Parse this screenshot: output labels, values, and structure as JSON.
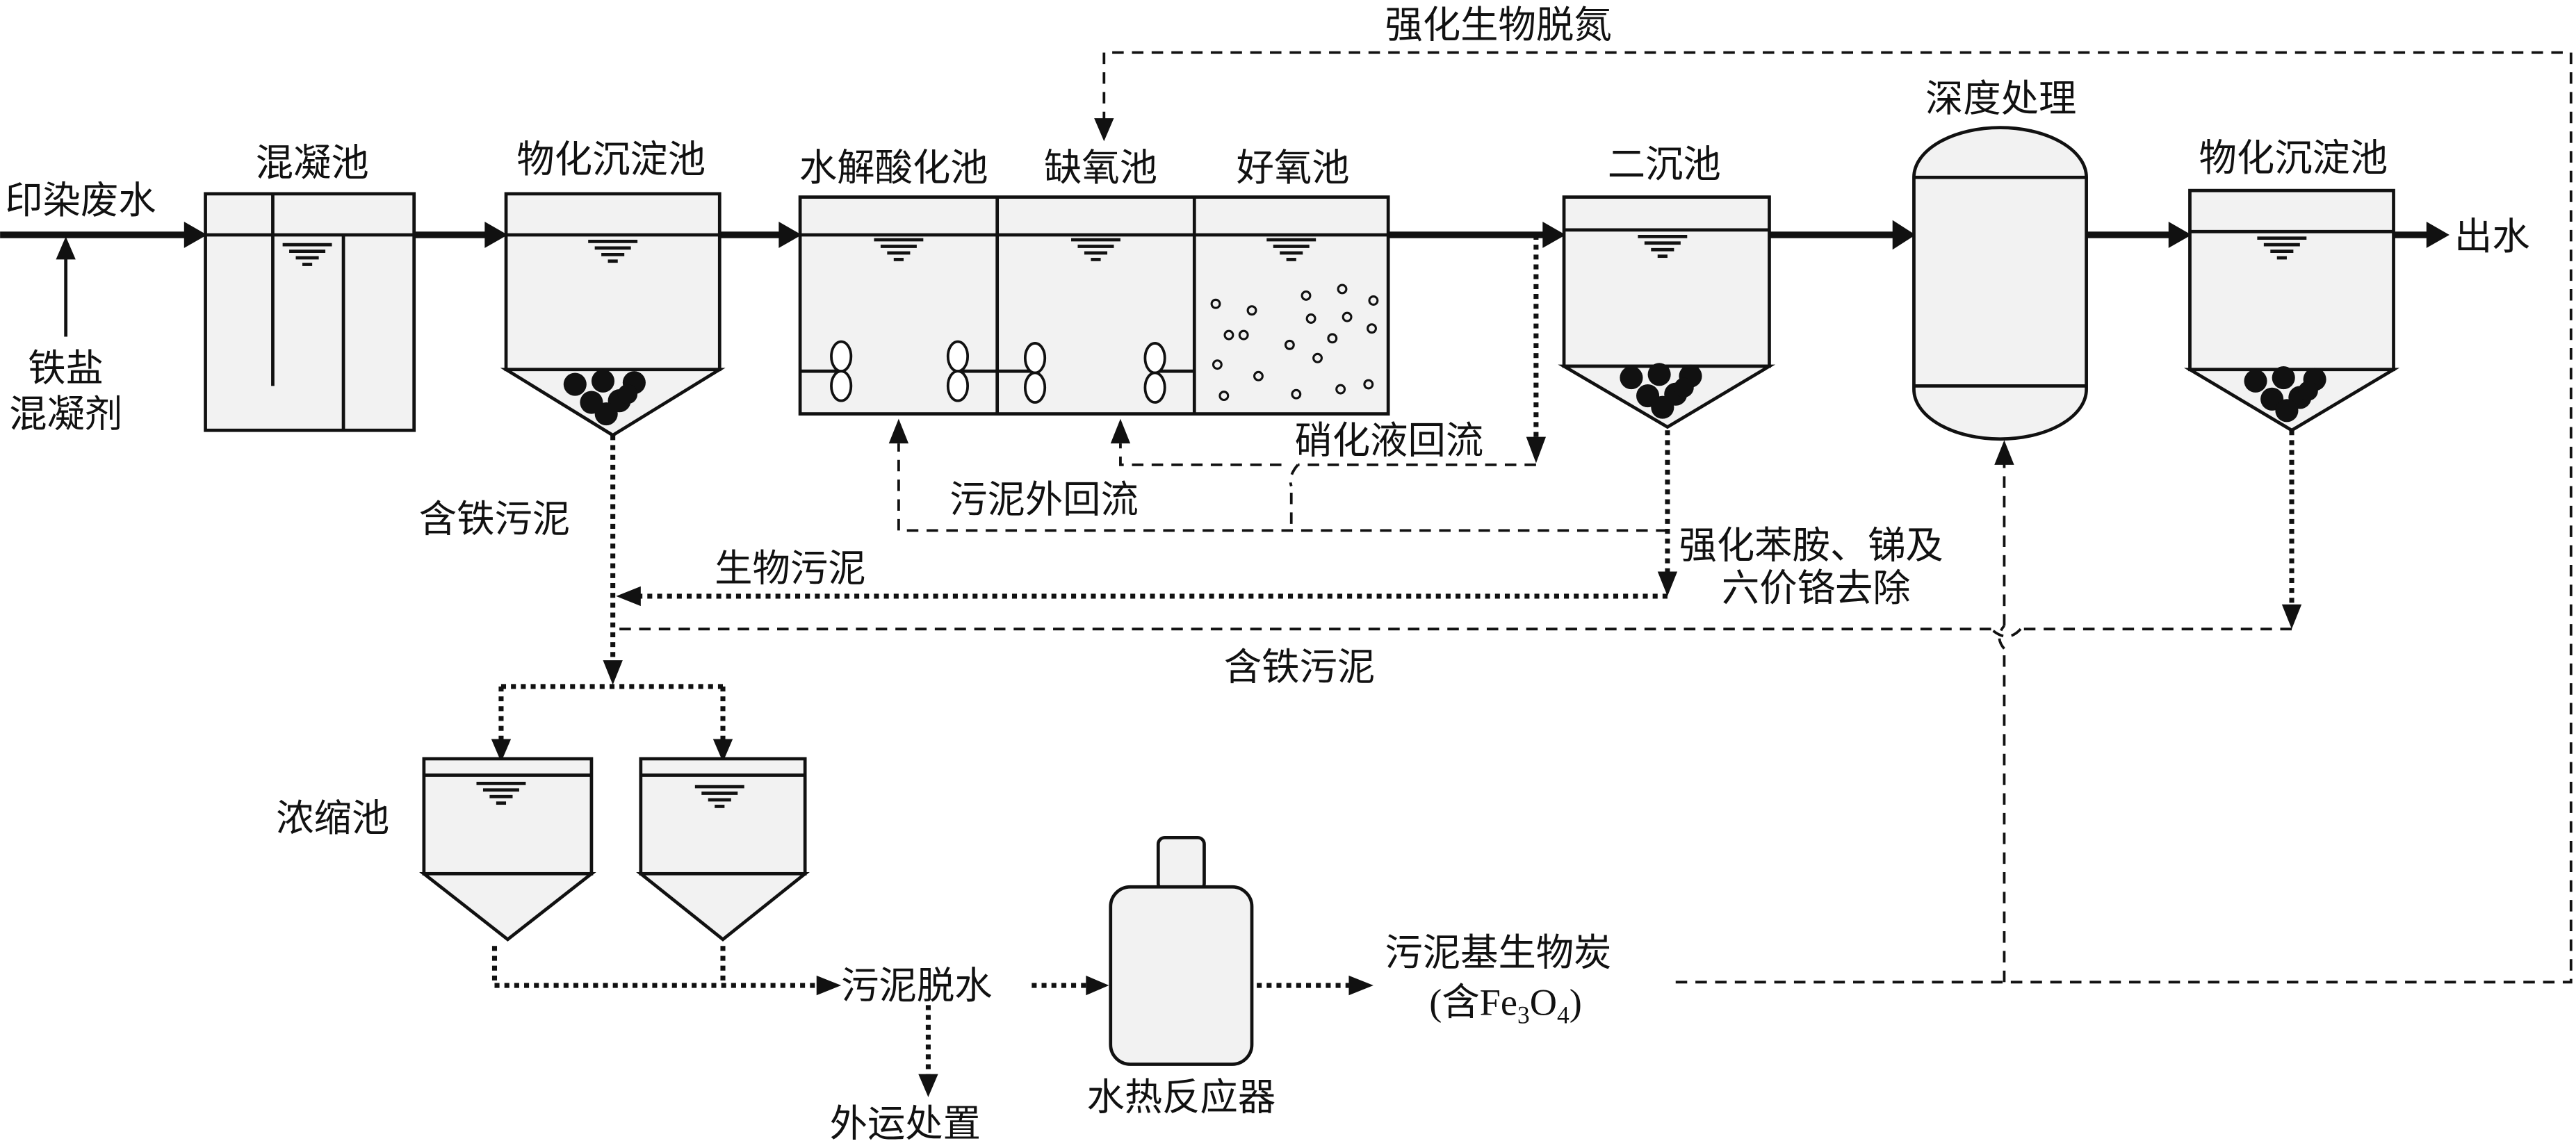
{
  "labels": {
    "influent": "印染废水",
    "iron_salt_1": "铁盐",
    "iron_salt_2": "混凝剂",
    "coag_tank": "混凝池",
    "phys_settler_1": "物化沉淀池",
    "hydrolysis": "水解酸化池",
    "anoxic": "缺氧池",
    "aerobic": "好氧池",
    "secondary": "二沉池",
    "advanced": "深度处理",
    "phys_settler_2": "物化沉淀池",
    "effluent": "出水",
    "enhanced_n": "强化生物脱氮",
    "nitrate_return": "硝化液回流",
    "sludge_return": "污泥外回流",
    "iron_sludge_1": "含铁污泥",
    "bio_sludge": "生物污泥",
    "enhanced_removal_1": "强化苯胺、锑及",
    "enhanced_removal_2": "六价铬去除",
    "iron_sludge_2": "含铁污泥",
    "thickener": "浓缩池",
    "dewatering": "污泥脱水",
    "disposal": "外运处置",
    "reactor": "水热反应器",
    "biochar_1": "污泥基生物炭",
    "biochar_2_prefix": "(含Fe",
    "biochar_2_sub1": "3",
    "biochar_2_mid": "O",
    "biochar_2_sub2": "4",
    "biochar_2_suffix": ")"
  },
  "colors": {
    "tank_fill": "#f2f2f2",
    "line": "#111111"
  }
}
